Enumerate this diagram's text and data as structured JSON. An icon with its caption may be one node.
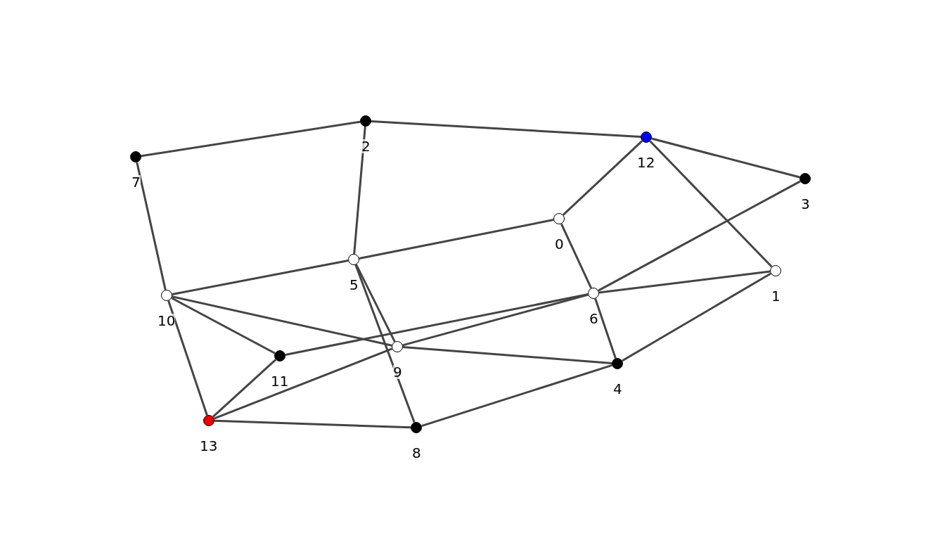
{
  "diagram": {
    "nodes": [
      {
        "text": [],
        "shape": "circle",
        "beside": [
          "0"
        ]
      },
      {
        "text": [],
        "shape": "circle",
        "beside": [
          "1"
        ]
      },
      {
        "text": [],
        "shape": "circle",
        "beside": [
          "2"
        ]
      },
      {
        "text": [],
        "shape": "circle",
        "beside": [
          "3"
        ]
      },
      {
        "text": [],
        "shape": "circle",
        "beside": [
          "4"
        ]
      },
      {
        "text": [],
        "shape": "circle",
        "beside": [
          "5"
        ]
      },
      {
        "text": [],
        "shape": "circle",
        "beside": [
          "6"
        ]
      },
      {
        "text": [],
        "shape": "circle",
        "beside": [
          "7"
        ]
      },
      {
        "text": [],
        "shape": "circle",
        "beside": [
          "8"
        ]
      },
      {
        "text": [],
        "shape": "circle",
        "beside": [
          "9"
        ]
      },
      {
        "text": [],
        "shape": "circle",
        "beside": [
          "10"
        ]
      },
      {
        "text": [],
        "shape": "circle",
        "beside": [
          "11"
        ]
      },
      {
        "text": [],
        "shape": "circle",
        "beside": [
          "12"
        ]
      },
      {
        "text": [],
        "shape": "circle",
        "beside": [
          "13"
        ]
      }
    ],
    "edges": [
      {
        "from": 7,
        "to": 2,
        "arrow": "none"
      },
      {
        "from": 2,
        "to": 12,
        "arrow": "none"
      },
      {
        "from": 12,
        "to": 3,
        "arrow": "none"
      },
      {
        "from": 7,
        "to": 10,
        "arrow": "none"
      },
      {
        "from": 2,
        "to": 5,
        "arrow": "none"
      },
      {
        "from": 12,
        "to": 0,
        "arrow": "none"
      },
      {
        "from": 12,
        "to": 1,
        "arrow": "none"
      },
      {
        "from": 0,
        "to": 5,
        "arrow": "none"
      },
      {
        "from": 0,
        "to": 6,
        "arrow": "none"
      },
      {
        "from": 3,
        "to": 6,
        "arrow": "none"
      },
      {
        "from": 5,
        "to": 10,
        "arrow": "none"
      },
      {
        "from": 6,
        "to": 1,
        "arrow": "none"
      },
      {
        "from": 5,
        "to": 9,
        "arrow": "none"
      },
      {
        "from": 5,
        "to": 8,
        "arrow": "none"
      },
      {
        "from": 10,
        "to": 11,
        "arrow": "none"
      },
      {
        "from": 10,
        "to": 9,
        "arrow": "none"
      },
      {
        "from": 10,
        "to": 13,
        "arrow": "none"
      },
      {
        "from": 11,
        "to": 6,
        "arrow": "none"
      },
      {
        "from": 13,
        "to": 9,
        "arrow": "none"
      },
      {
        "from": 9,
        "to": 6,
        "arrow": "none"
      },
      {
        "from": 6,
        "to": 4,
        "arrow": "none"
      },
      {
        "from": 9,
        "to": 4,
        "arrow": "none"
      },
      {
        "from": 1,
        "to": 4,
        "arrow": "none"
      },
      {
        "from": 11,
        "to": 13,
        "arrow": "none"
      },
      {
        "from": 13,
        "to": 8,
        "arrow": "none"
      },
      {
        "from": 8,
        "to": 4,
        "arrow": "none"
      }
    ]
  }
}
